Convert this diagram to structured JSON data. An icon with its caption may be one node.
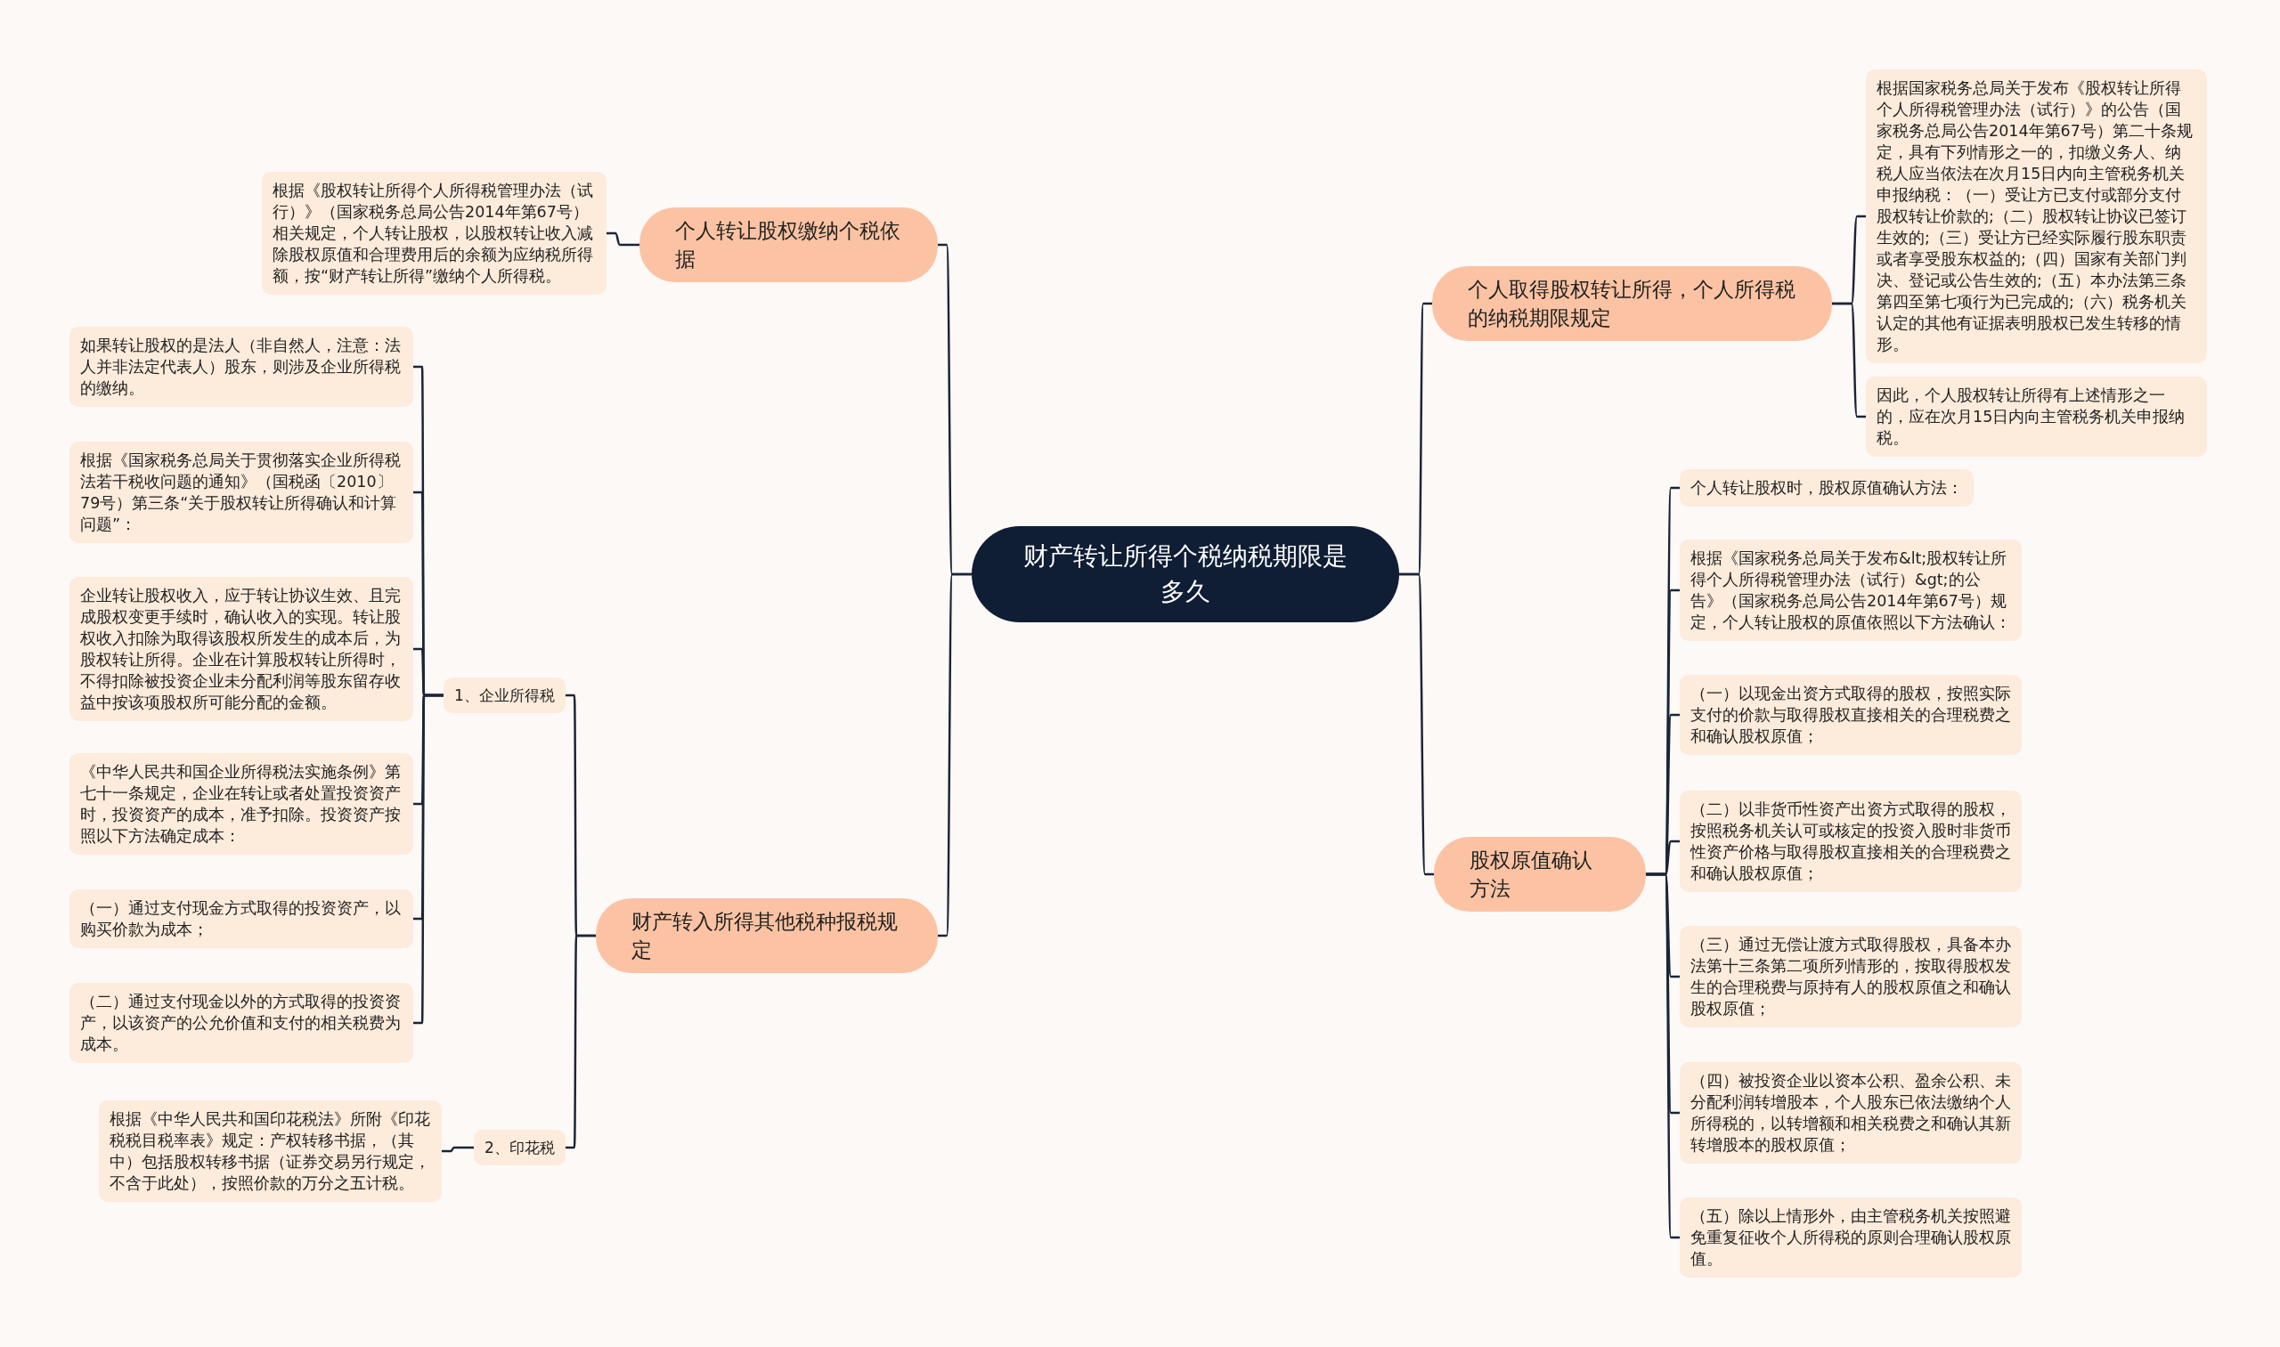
{
  "diagram": {
    "nodes": [
      {
        "text": [
          "财产转让所得个税纳税期限是多久"
        ]
      },
      {
        "text": [
          "个人转让股权缴纳个税依据"
        ]
      },
      {
        "text": [
          "根据《股权转让所得个人所得税管理办法（试行）》（国家税务总局公告2014年第67号）相关规定，个人转让股权，以股权转让收入减除股权原值和合理费用后的余额为应纳税所得额，按“财产转让所得”缴纳个人所得税。"
        ]
      },
      {
        "text": [
          "财产转入所得其他税种报税规定"
        ]
      },
      {
        "text": [
          "1、企业所得税"
        ]
      },
      {
        "text": [
          "如果转让股权的是法人（非自然人，注意：法人并非法定代表人）股东，则涉及企业所得税的缴纳。"
        ]
      },
      {
        "text": [
          "根据《国家税务总局关于贯彻落实企业所得税法若干税收问题的通知》（国税函〔2010〕79号）第三条“关于股权转让所得确认和计算问题”："
        ]
      },
      {
        "text": [
          "企业转让股权收入，应于转让协议生效、且完成股权变更手续时，确认收入的实现。转让股权收入扣除为取得该股权所发生的成本后，为股权转让所得。企业在计算股权转让所得时，不得扣除被投资企业未分配利润等股东留存收益中按该项股权所可能分配的金额。"
        ]
      },
      {
        "text": [
          "《中华人民共和国企业所得税法实施条例》第七十一条规定，企业在转让或者处置投资资产时，投资资产的成本，准予扣除。投资资产按照以下方法确定成本："
        ]
      },
      {
        "text": [
          "（一）通过支付现金方式取得的投资资产，以购买价款为成本；"
        ]
      },
      {
        "text": [
          "（二）通过支付现金以外的方式取得的投资资产，以该资产的公允价值和支付的相关税费为成本。"
        ]
      },
      {
        "text": [
          "2、印花税"
        ]
      },
      {
        "text": [
          "根据《中华人民共和国印花税法》所附《印花税税目税率表》规定：产权转移书据，（其中）包括股权转移书据（证券交易另行规定，不含于此处），按照价款的万分之五计税。"
        ]
      },
      {
        "text": [
          "个人取得股权转让所得，个人所得税的纳税期限规定"
        ]
      },
      {
        "text": [
          "根据国家税务总局关于发布《股权转让所得个人所得税管理办法（试行）》的公告（国家税务总局公告2014年第67号）第二十条规定，具有下列情形之一的，扣缴义务人、纳税人应当依法在次月15日内向主管税务机关申报纳税：（一）受让方已支付或部分支付股权转让价款的;（二）股权转让协议已签订生效的;（三）受让方已经实际履行股东职责或者享受股东权益的;（四）国家有关部门判决、登记或公告生效的;（五）本办法第三条第四至第七项行为已完成的;（六）税务机关认定的其他有证据表明股权已发生转移的情形。"
        ]
      },
      {
        "text": [
          "因此，个人股权转让所得有上述情形之一的，应在次月15日内向主管税务机关申报纳税。"
        ]
      },
      {
        "text": [
          "股权原值确认方法"
        ]
      },
      {
        "text": [
          "个人转让股权时，股权原值确认方法："
        ]
      },
      {
        "text": [
          "根据《国家税务总局关于发布&lt;股权转让所得个人所得税管理办法（试行）&gt;的公告》（国家税务总局公告2014年第67号）规定，个人转让股权的原值依照以下方法确认："
        ]
      },
      {
        "text": [
          "（一）以现金出资方式取得的股权，按照实际支付的价款与取得股权直接相关的合理税费之和确认股权原值；"
        ]
      },
      {
        "text": [
          "（二）以非货币性资产出资方式取得的股权，按照税务机关认可或核定的投资入股时非货币性资产价格与取得股权直接相关的合理税费之和确认股权原值；"
        ]
      },
      {
        "text": [
          "（三）通过无偿让渡方式取得股权，具备本办法第十三条第二项所列情形的，按取得股权发生的合理税费与原持有人的股权原值之和确认股权原值；"
        ]
      },
      {
        "text": [
          "（四）被投资企业以资本公积、盈余公积、未分配利润转增股本，个人股东已依法缴纳个人所得税的，以转增额和相关税费之和确认其新转增股本的股权原值；"
        ]
      },
      {
        "text": [
          "（五）除以上情形外，由主管税务机关按照避免重复征收个人所得税的原则合理确认股权原值。"
        ]
      }
    ],
    "edges": [
      {
        "from": 0,
        "to": 1,
        "arrow": "none"
      },
      {
        "from": 1,
        "to": 2,
        "arrow": "none"
      },
      {
        "from": 0,
        "to": 3,
        "arrow": "none"
      },
      {
        "from": 3,
        "to": 4,
        "arrow": "none"
      },
      {
        "from": 4,
        "to": 5,
        "arrow": "none"
      },
      {
        "from": 4,
        "to": 6,
        "arrow": "none"
      },
      {
        "from": 4,
        "to": 7,
        "arrow": "none"
      },
      {
        "from": 4,
        "to": 8,
        "arrow": "none"
      },
      {
        "from": 4,
        "to": 9,
        "arrow": "none"
      },
      {
        "from": 4,
        "to": 10,
        "arrow": "none"
      },
      {
        "from": 3,
        "to": 11,
        "arrow": "none"
      },
      {
        "from": 11,
        "to": 12,
        "arrow": "none"
      },
      {
        "from": 0,
        "to": 13,
        "arrow": "none"
      },
      {
        "from": 13,
        "to": 14,
        "arrow": "none"
      },
      {
        "from": 13,
        "to": 15,
        "arrow": "none"
      },
      {
        "from": 0,
        "to": 16,
        "arrow": "none"
      },
      {
        "from": 16,
        "to": 17,
        "arrow": "none"
      },
      {
        "from": 16,
        "to": 18,
        "arrow": "none"
      },
      {
        "from": 16,
        "to": 19,
        "arrow": "none"
      },
      {
        "from": 16,
        "to": 20,
        "arrow": "none"
      },
      {
        "from": 16,
        "to": 21,
        "arrow": "none"
      },
      {
        "from": 16,
        "to": 22,
        "arrow": "none"
      },
      {
        "from": 16,
        "to": 23,
        "arrow": "none"
      }
    ]
  }
}
